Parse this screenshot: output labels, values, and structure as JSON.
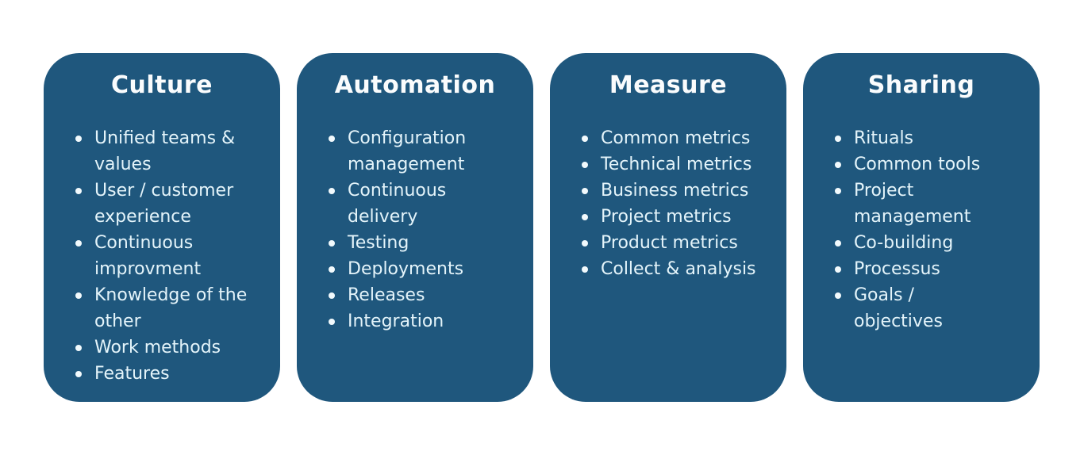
{
  "theme": {
    "page_bg": "#ffffff",
    "card_bg": "#1F577D",
    "title_color": "#FAFCFD",
    "body_color": "#E4F4FA",
    "bullet_color": "#F2FAFD"
  },
  "cards": [
    {
      "title": "Culture",
      "items": [
        "Unified teams &\nvalues",
        "User / customer\nexperience",
        "Continuous\nimprovment",
        "Knowledge of the\nother",
        "Work methods",
        "Features"
      ]
    },
    {
      "title": "Automation",
      "items": [
        "Configuration\nmanagement",
        "Continuous\ndelivery",
        "Testing",
        "Deployments",
        "Releases",
        "Integration"
      ]
    },
    {
      "title": "Measure",
      "items": [
        "Common metrics",
        "Technical metrics",
        "Business metrics",
        "Project metrics",
        "Product metrics",
        "Collect & analysis"
      ]
    },
    {
      "title": "Sharing",
      "items": [
        "Rituals",
        "Common tools",
        "Project\nmanagement",
        "Co-building",
        "Processus",
        "Goals /\nobjectives"
      ]
    }
  ]
}
